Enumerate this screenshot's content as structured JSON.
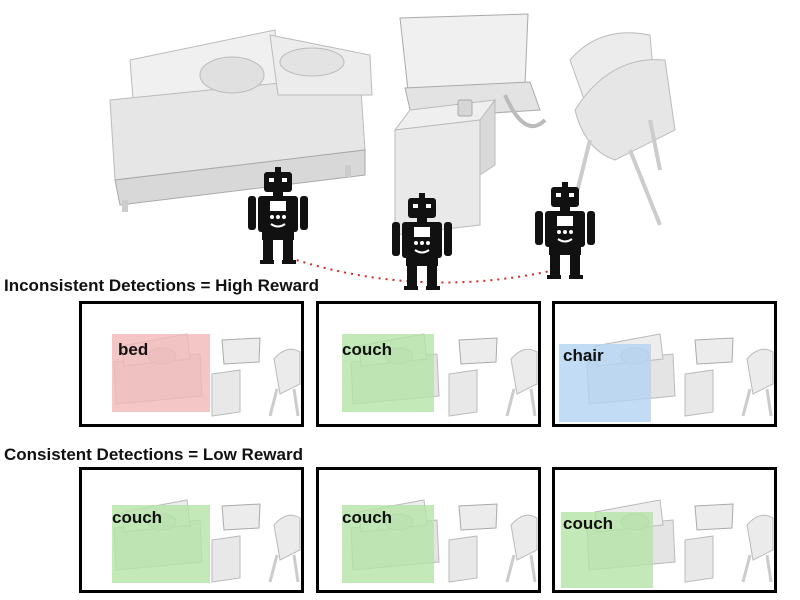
{
  "headings": {
    "inconsistent": "Inconsistent Detections = High Reward",
    "consistent": "Consistent Detections = Low Reward"
  },
  "colors": {
    "bed": "#f2b8b8",
    "couch": "#b5e3a8",
    "chair": "#b3d3f2",
    "trajectory": "#d42a1e"
  },
  "rows": [
    {
      "name": "inconsistent",
      "detections": [
        {
          "label": "bed",
          "color": "#f2b8b8"
        },
        {
          "label": "couch",
          "color": "#b5e3a8"
        },
        {
          "label": "chair",
          "color": "#b3d3f2"
        }
      ]
    },
    {
      "name": "consistent",
      "detections": [
        {
          "label": "couch",
          "color": "#b5e3a8"
        },
        {
          "label": "couch",
          "color": "#b5e3a8"
        },
        {
          "label": "couch",
          "color": "#b5e3a8"
        }
      ]
    }
  ]
}
